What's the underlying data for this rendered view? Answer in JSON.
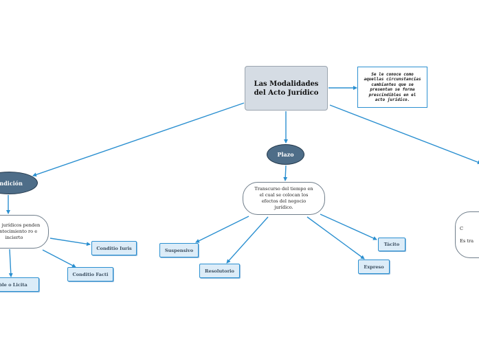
{
  "root": {
    "title": "Las Modalidades del Acto Jurídico"
  },
  "note": {
    "text": "Se le conoce como aquellas circunstancias cambiantes que se presentan se forma prescindibles en el acto jurídico."
  },
  "plazo": {
    "label": "Plazo",
    "definition": "Transcurso del tiempo en el cual se colocan los efectos del negocio jurídico.",
    "children": [
      "Suspensivo",
      "Resolutorio",
      "Tácito",
      "Expreso"
    ]
  },
  "condicion": {
    "label": "ondición",
    "definition": "ectos jurídicos penden del ntecimiento ro e incierto",
    "children": [
      "Conditio Iuris",
      "Conditio Facti",
      "sible o Licita"
    ]
  },
  "right_branch": {
    "definition": "C\n\nEs tra"
  },
  "colors": {
    "link": "#2a8fd0",
    "ellipse_fill": "#4e6d88",
    "root_fill": "#d5dce4",
    "leaf_fill": "#dcecf8"
  }
}
